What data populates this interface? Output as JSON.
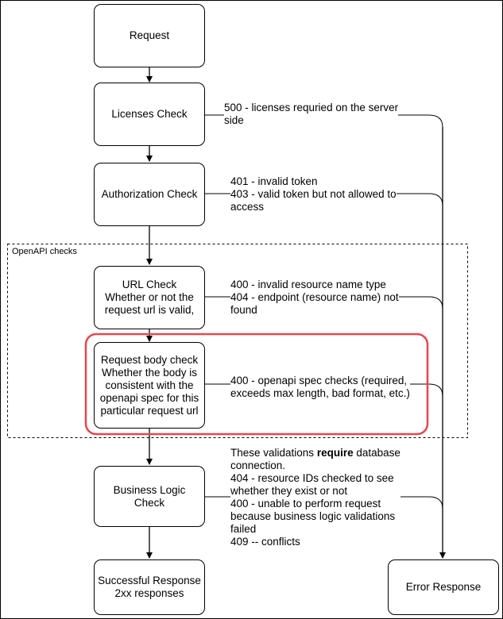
{
  "diagram": {
    "nodes": {
      "request": "Request",
      "licenses": "Licenses Check",
      "authorization": "Authorization Check",
      "url": "URL Check\nWhether or not the\nrequest url is valid,",
      "body": "Request body check\nWhether the body is\nconsistent with the\nopenapi spec for this\nparticular request url",
      "business": "Business Logic Check",
      "success": "Successful Response\n2xx responses",
      "error": "Error Response"
    },
    "notes": {
      "licenses": "500 - licenses requried on the server\nside",
      "authorization": "401 - invalid token\n403 - valid token but not allowed to\naccess",
      "url": "400 - invalid resource name type\n404 - endpoint (resource name) not\nfound",
      "body": "400 - openapi spec checks (required,\nexceeds max length, bad format, etc.)",
      "business_prefix": "These validations ",
      "business_bold": "require",
      "business_suffix": " database\nconnection.\n404 - resource IDs checked to see\nwhether they exist or not\n400 - unable to perform request\nbecause business logic validations\nfailed\n409 -- conflicts"
    },
    "group_label": "OpenAPI checks",
    "highlight_color": "#e5484d"
  }
}
